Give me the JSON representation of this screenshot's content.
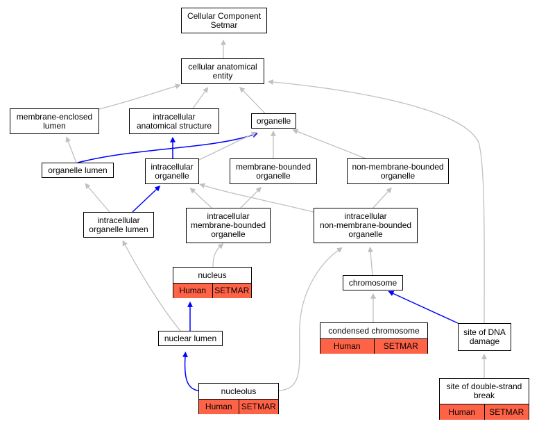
{
  "diagram": {
    "nodes": {
      "cellular_component_setmar": {
        "label": "Cellular Component\nSetmar"
      },
      "cellular_anatomical_entity": {
        "label": "cellular anatomical\nentity"
      },
      "membrane_enclosed_lumen": {
        "label": "membrane-enclosed\nlumen"
      },
      "intracellular_anatomical_structure": {
        "label": "intracellular\nanatomical structure"
      },
      "organelle": {
        "label": "organelle"
      },
      "organelle_lumen": {
        "label": "organelle lumen"
      },
      "intracellular_organelle": {
        "label": "intracellular\norganelle"
      },
      "membrane_bounded_organelle": {
        "label": "membrane-bounded\norganelle"
      },
      "non_membrane_bounded_organelle": {
        "label": "non-membrane-bounded\norganelle"
      },
      "intracellular_organelle_lumen": {
        "label": "intracellular\norganelle lumen"
      },
      "intracellular_membrane_bounded_organelle": {
        "label": "intracellular\nmembrane-bounded\norganelle"
      },
      "intracellular_non_membrane_bounded_organelle": {
        "label": "intracellular\nnon-membrane-bounded\norganelle"
      },
      "nucleus": {
        "label": "nucleus",
        "species": "Human",
        "gene": "SETMAR"
      },
      "chromosome": {
        "label": "chromosome"
      },
      "nuclear_lumen": {
        "label": "nuclear lumen"
      },
      "condensed_chromosome": {
        "label": "condensed chromosome",
        "species": "Human",
        "gene": "SETMAR"
      },
      "site_of_dna_damage": {
        "label": "site of DNA\ndamage"
      },
      "nucleolus": {
        "label": "nucleolus",
        "species": "Human",
        "gene": "SETMAR"
      },
      "site_of_double_strand_break": {
        "label": "site of double-strand\nbreak",
        "species": "Human",
        "gene": "SETMAR"
      }
    },
    "edges": [
      {
        "from": "cellular_anatomical_entity",
        "to": "cellular_component_setmar",
        "color": "#c0c0c0"
      },
      {
        "from": "membrane_enclosed_lumen",
        "to": "cellular_anatomical_entity",
        "color": "#c0c0c0"
      },
      {
        "from": "intracellular_anatomical_structure",
        "to": "cellular_anatomical_entity",
        "color": "#c0c0c0"
      },
      {
        "from": "organelle",
        "to": "cellular_anatomical_entity",
        "color": "#c0c0c0"
      },
      {
        "from": "site_of_dna_damage",
        "to": "cellular_anatomical_entity",
        "color": "#c0c0c0"
      },
      {
        "from": "organelle_lumen",
        "to": "membrane_enclosed_lumen",
        "color": "#c0c0c0"
      },
      {
        "from": "organelle_lumen",
        "to": "organelle",
        "color": "#0000ff"
      },
      {
        "from": "intracellular_organelle",
        "to": "intracellular_anatomical_structure",
        "color": "#0000ff"
      },
      {
        "from": "intracellular_organelle",
        "to": "organelle",
        "color": "#c0c0c0"
      },
      {
        "from": "membrane_bounded_organelle",
        "to": "organelle",
        "color": "#c0c0c0"
      },
      {
        "from": "non_membrane_bounded_organelle",
        "to": "organelle",
        "color": "#c0c0c0"
      },
      {
        "from": "intracellular_organelle_lumen",
        "to": "organelle_lumen",
        "color": "#c0c0c0"
      },
      {
        "from": "intracellular_organelle_lumen",
        "to": "intracellular_organelle",
        "color": "#0000ff"
      },
      {
        "from": "intracellular_membrane_bounded_organelle",
        "to": "intracellular_organelle",
        "color": "#c0c0c0"
      },
      {
        "from": "intracellular_membrane_bounded_organelle",
        "to": "membrane_bounded_organelle",
        "color": "#c0c0c0"
      },
      {
        "from": "intracellular_non_membrane_bounded_organelle",
        "to": "intracellular_organelle",
        "color": "#c0c0c0"
      },
      {
        "from": "intracellular_non_membrane_bounded_organelle",
        "to": "non_membrane_bounded_organelle",
        "color": "#c0c0c0"
      },
      {
        "from": "nucleus",
        "to": "intracellular_membrane_bounded_organelle",
        "color": "#c0c0c0"
      },
      {
        "from": "chromosome",
        "to": "intracellular_non_membrane_bounded_organelle",
        "color": "#c0c0c0"
      },
      {
        "from": "nuclear_lumen",
        "to": "intracellular_organelle_lumen",
        "color": "#c0c0c0"
      },
      {
        "from": "nuclear_lumen",
        "to": "nucleus",
        "color": "#0000ff"
      },
      {
        "from": "condensed_chromosome",
        "to": "chromosome",
        "color": "#c0c0c0"
      },
      {
        "from": "site_of_dna_damage",
        "to": "chromosome",
        "color": "#0000ff"
      },
      {
        "from": "nucleolus",
        "to": "nuclear_lumen",
        "color": "#0000ff"
      },
      {
        "from": "nucleolus",
        "to": "intracellular_non_membrane_bounded_organelle",
        "color": "#c0c0c0"
      },
      {
        "from": "site_of_double_strand_break",
        "to": "site_of_dna_damage",
        "color": "#c0c0c0"
      }
    ],
    "colors": {
      "annotation_fill": "#ff6347",
      "part_of_edge": "#0000ff",
      "is_a_edge": "#c0c0c0"
    }
  }
}
